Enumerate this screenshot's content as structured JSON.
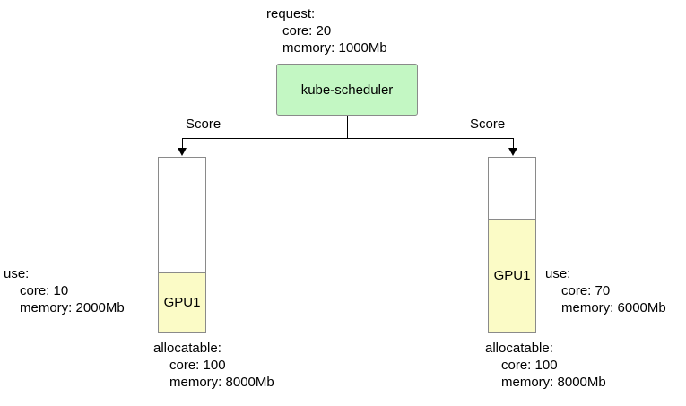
{
  "diagram": {
    "title_block": {
      "name": "request-spec",
      "lines": [
        "request:",
        "core: 20",
        "memory: 1000Mb"
      ]
    },
    "scheduler": {
      "label": "kube-scheduler",
      "fill_color": "#c3f7c3",
      "border_color": "#8a8a8a"
    },
    "edges": [
      {
        "label": "Score",
        "target": "node-left"
      },
      {
        "label": "Score",
        "target": "node-right"
      }
    ],
    "nodes": [
      {
        "id": "node-left",
        "gpu_label": "GPU1",
        "used_fill": "#fbfbc6",
        "used_percent": 34,
        "use": {
          "lines": [
            "use:",
            "core: 10",
            "memory: 2000Mb"
          ]
        },
        "allocatable": {
          "lines": [
            "allocatable:",
            "core: 100",
            "memory: 8000Mb"
          ]
        }
      },
      {
        "id": "node-right",
        "gpu_label": "GPU1",
        "used_fill": "#fbfbc6",
        "used_percent": 65,
        "use": {
          "lines": [
            "use:",
            "core: 70",
            "memory: 6000Mb"
          ]
        },
        "allocatable": {
          "lines": [
            "allocatable:",
            "core: 100",
            "memory: 8000Mb"
          ]
        }
      }
    ]
  }
}
